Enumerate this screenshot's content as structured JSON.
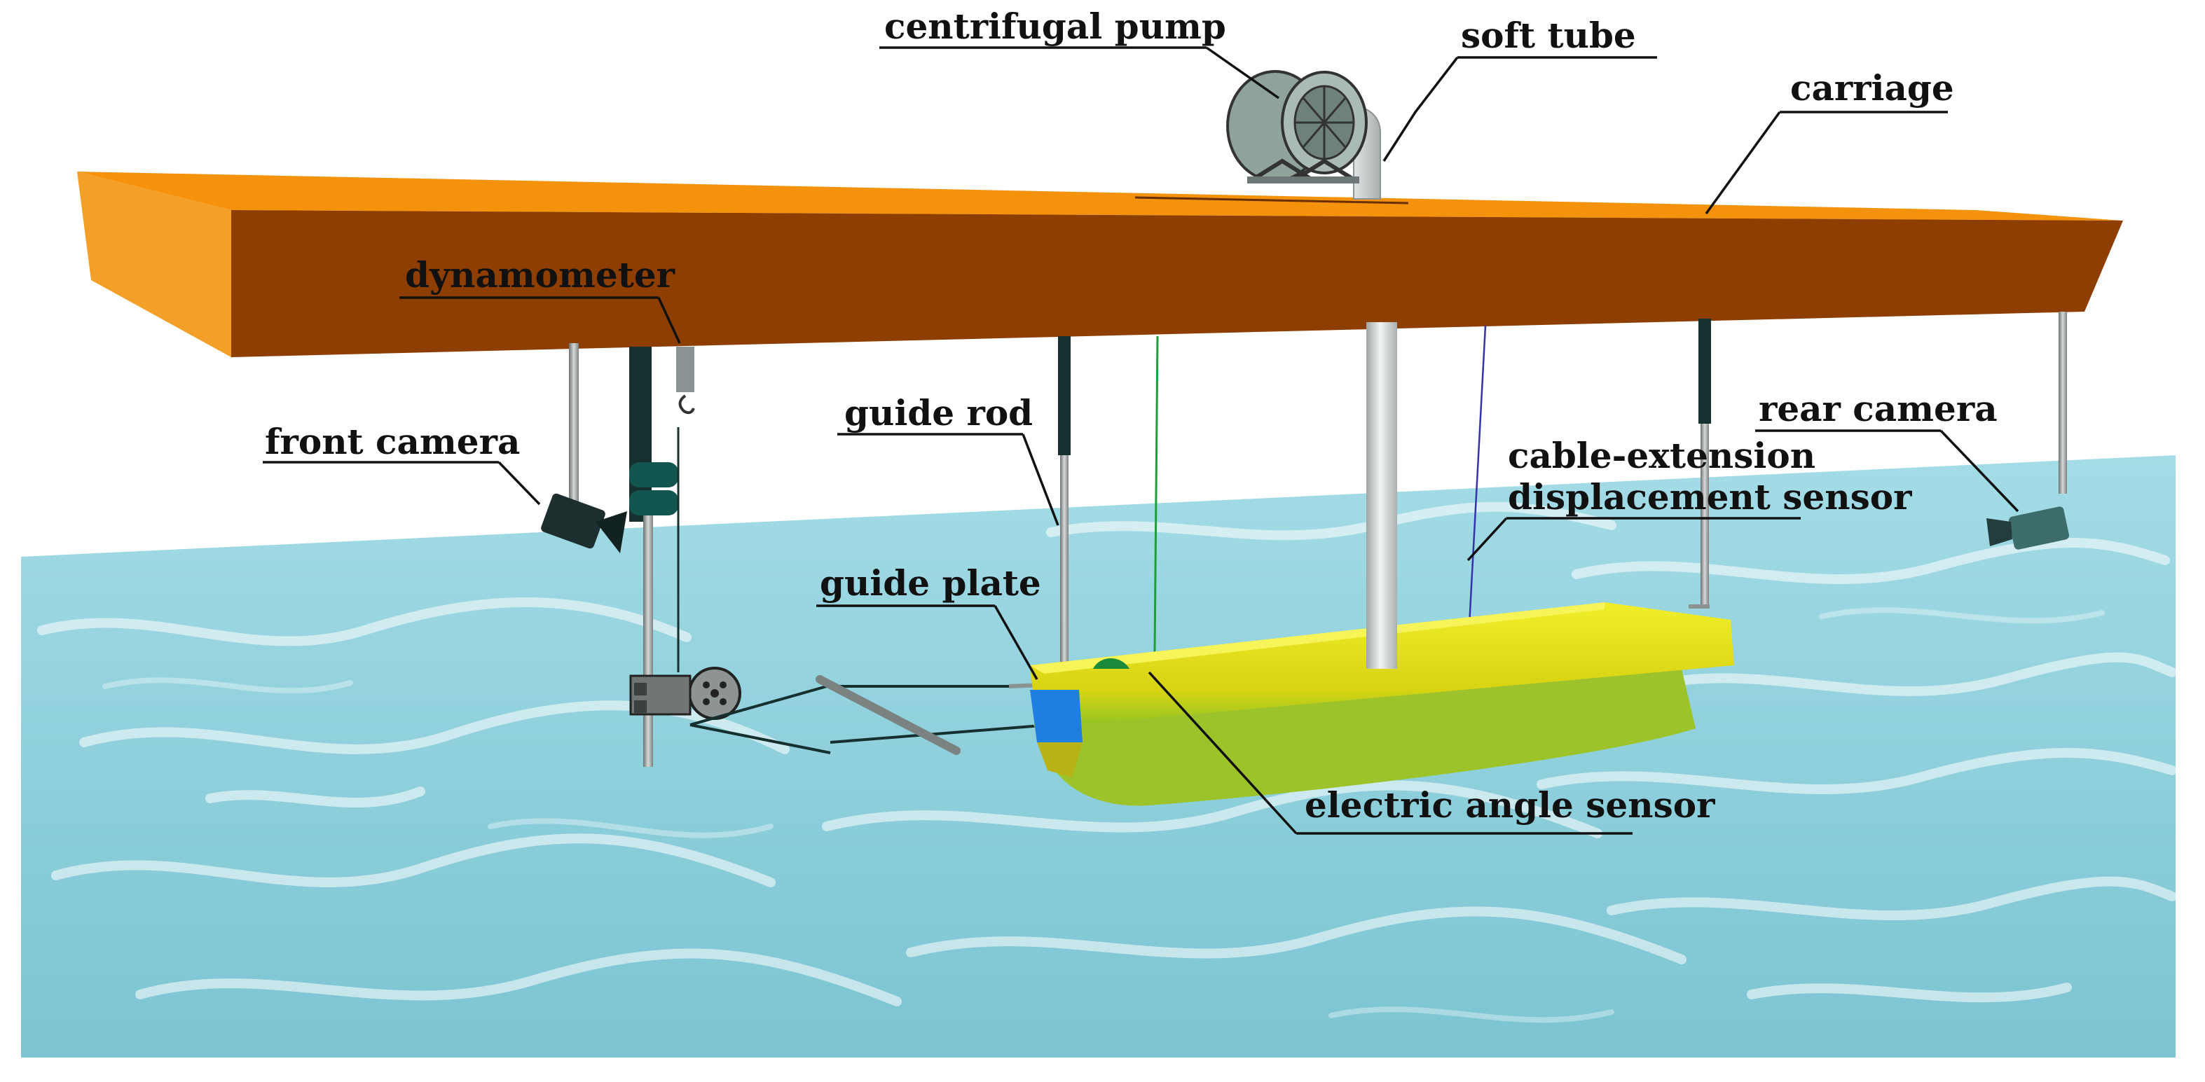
{
  "figure": {
    "labels": {
      "centrifugal_pump": "centrifugal pump",
      "soft_tube": "soft tube",
      "carriage": "carriage",
      "dynamometer": "dynamometer",
      "front_camera": "front camera",
      "guide_rod": "guide rod",
      "rear_camera": "rear camera",
      "cable_extension_1": "cable-extension",
      "cable_extension_2": "displacement sensor",
      "guide_plate": "guide plate",
      "electric_angle_sensor": "electric angle sensor"
    },
    "colors": {
      "carriage_top": "#f5920b",
      "carriage_front": "#8e3e00",
      "water": "#8fd0dc",
      "ship_hull": "#e6e31c",
      "ship_bow": "#1f7fe0",
      "pump": "#8fa39a",
      "tube": "#d9dcdc",
      "rod": "#15302e"
    }
  }
}
